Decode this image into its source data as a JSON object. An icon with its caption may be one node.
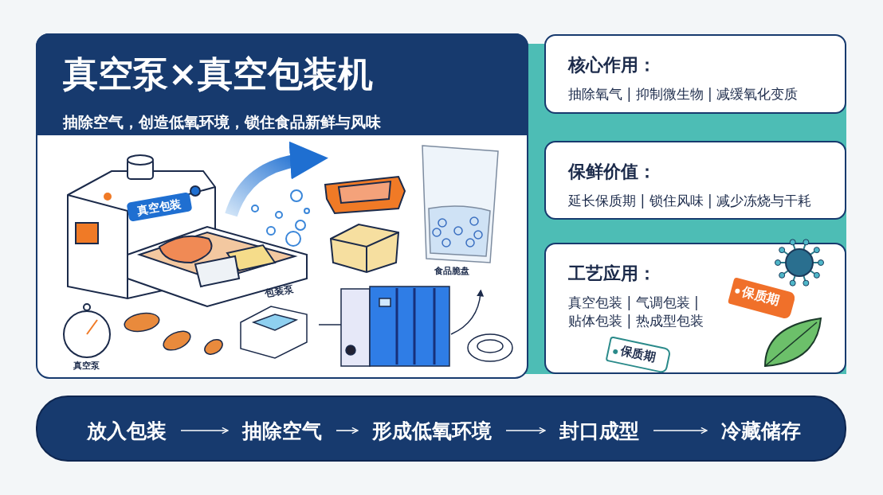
{
  "diagram": {
    "nodes": [
      {
        "text": [
          "真空泵×真空包装机",
          "抽除空气，创造低氧环境，锁住食品新鲜与风味"
        ]
      },
      {
        "text": [
          "核心作用：",
          "抽除氧气 | 抑制微生物 | 减缓氧化变质"
        ]
      },
      {
        "text": [
          "保鲜价值：",
          "延长保质期 | 锁住风味 | 减少冻烧与干耗"
        ]
      },
      {
        "text": [
          "工艺应用：",
          "真空包装 | 气调包装 | 贴体包装 | 热成型包装"
        ]
      },
      {
        "text": [
          "保质期"
        ],
        "in": 3
      },
      {
        "text": [
          "保质期"
        ],
        "in": 3
      },
      {
        "text": [],
        "shape": "bar"
      },
      {
        "text": [
          "放入包装"
        ],
        "in": 6
      },
      {
        "text": [
          "抽除空气"
        ],
        "in": 6
      },
      {
        "text": [
          "形成低氧环境"
        ],
        "in": 6
      },
      {
        "text": [
          "封口成型"
        ],
        "in": 6
      },
      {
        "text": [
          "冷藏储存"
        ],
        "in": 6
      }
    ],
    "edges": [
      {
        "from": 7,
        "to": 8,
        "arrow": "to"
      },
      {
        "from": 8,
        "to": 9,
        "arrow": "to"
      },
      {
        "from": 9,
        "to": 10,
        "arrow": "to"
      },
      {
        "from": 10,
        "to": 11,
        "arrow": "to"
      }
    ],
    "labels": [
      "真空包装",
      "包装泵",
      "食品脆盘",
      "真空泵"
    ]
  }
}
